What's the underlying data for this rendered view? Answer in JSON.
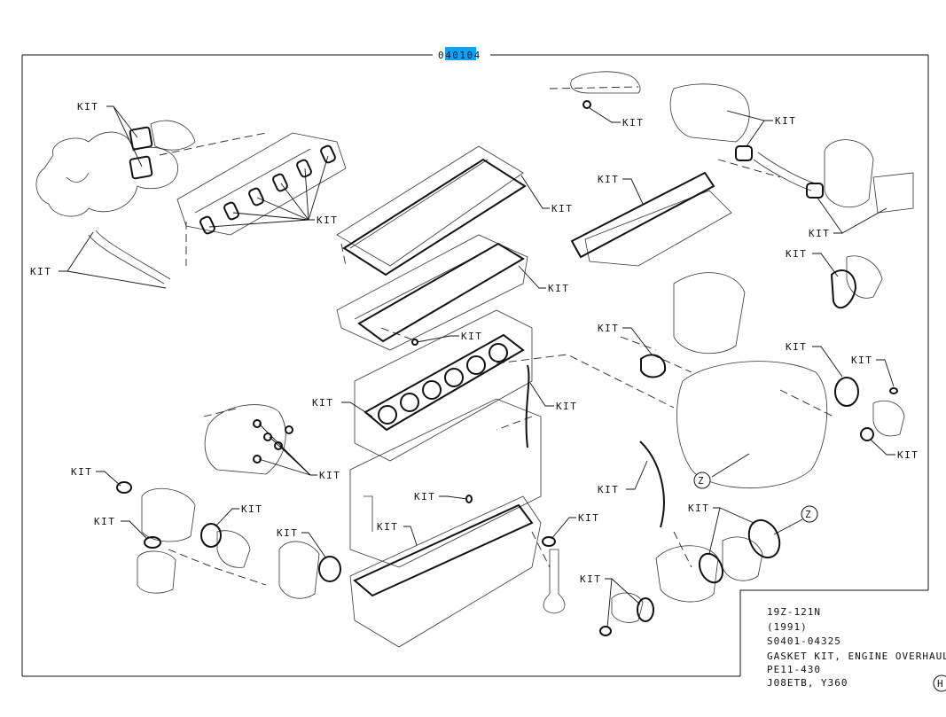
{
  "diagram": {
    "group_code_parts": [
      "0",
      "401",
      "04"
    ],
    "kit_label": "KIT",
    "zone_marker": "Z",
    "corner_marker": "H"
  },
  "info_box": {
    "lines": [
      "19Z-121N",
      "(1991)",
      "S0401-04325",
      "GASKET KIT, ENGINE OVERHAUL",
      "PE11-430",
      "J08ETB, Y360"
    ]
  }
}
